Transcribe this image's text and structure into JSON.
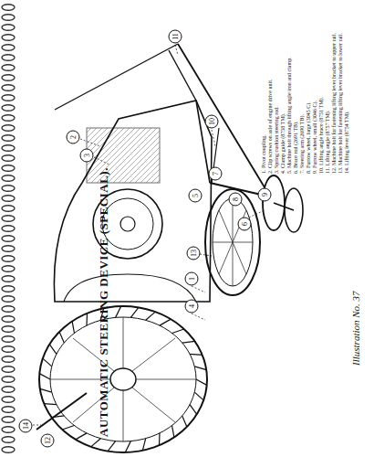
{
  "diagram": {
    "title": "AUTOMATIC STEERING DEVICE (SPECIAL).",
    "caption": "Illustration No. 37",
    "labels": [
      "1. Pivot coupling.",
      "2. Clip screws on axle of engine drive unit.",
      "3. Spring cushion steering rod.",
      "4. Clamp guide (8758 TM).",
      "5. Machine bolt through lifting angle iron and clamp.",
      "6. Brace rod (2691 TB).",
      "7. Steering arm (2690 TB).",
      "8. Furrow wheel, large (3045 C).",
      "9. Furrow wheel, small (3046 C).",
      "10. Lifting angle brace (8751 TM).",
      "11. Lifting angle (8757 TM).",
      "12. Machine bolt for fastening lifting lever bracket to upper rail.",
      "13. Machine bolt for fastening lifting lever bracket to lower rail.",
      "14. Lifting lever (8754 TM).",
      "1",
      "2",
      "3",
      "4",
      "5",
      "6",
      "7",
      "8",
      "9",
      "10",
      "11",
      "12",
      "13",
      "14"
    ]
  }
}
